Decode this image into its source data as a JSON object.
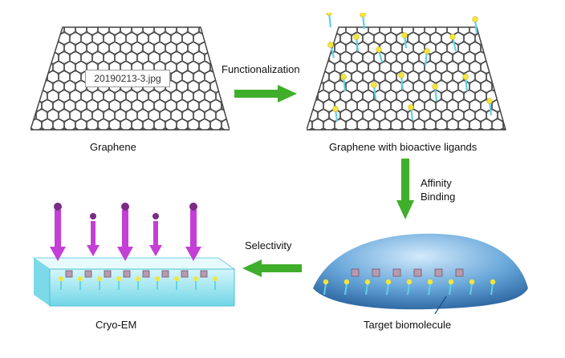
{
  "tooltip": "20190213-3.jpg",
  "labels": {
    "graphene": "Graphene",
    "functionalization": "Functionalization",
    "graphene_ligands": "Graphene with bioactive ligands",
    "affinity": "Affinity",
    "binding": "Binding",
    "selectivity": "Selectivity",
    "target": "Target biomolecule",
    "cryo_em": "Cryo-EM"
  },
  "colors": {
    "arrow_green": "#3fae2a",
    "ligand_yellow": "#f3e63b",
    "ligand_stem": "#5fd0e6",
    "magenta": "#c43fd6",
    "dome_blue": "#3c88c6",
    "tray_cyan": "#8fe3ee"
  },
  "icons": [
    "graphene-sheet",
    "functionalized-sheet",
    "affinity-dome",
    "cryo-em-tray",
    "green-arrow",
    "magenta-arrow"
  ]
}
